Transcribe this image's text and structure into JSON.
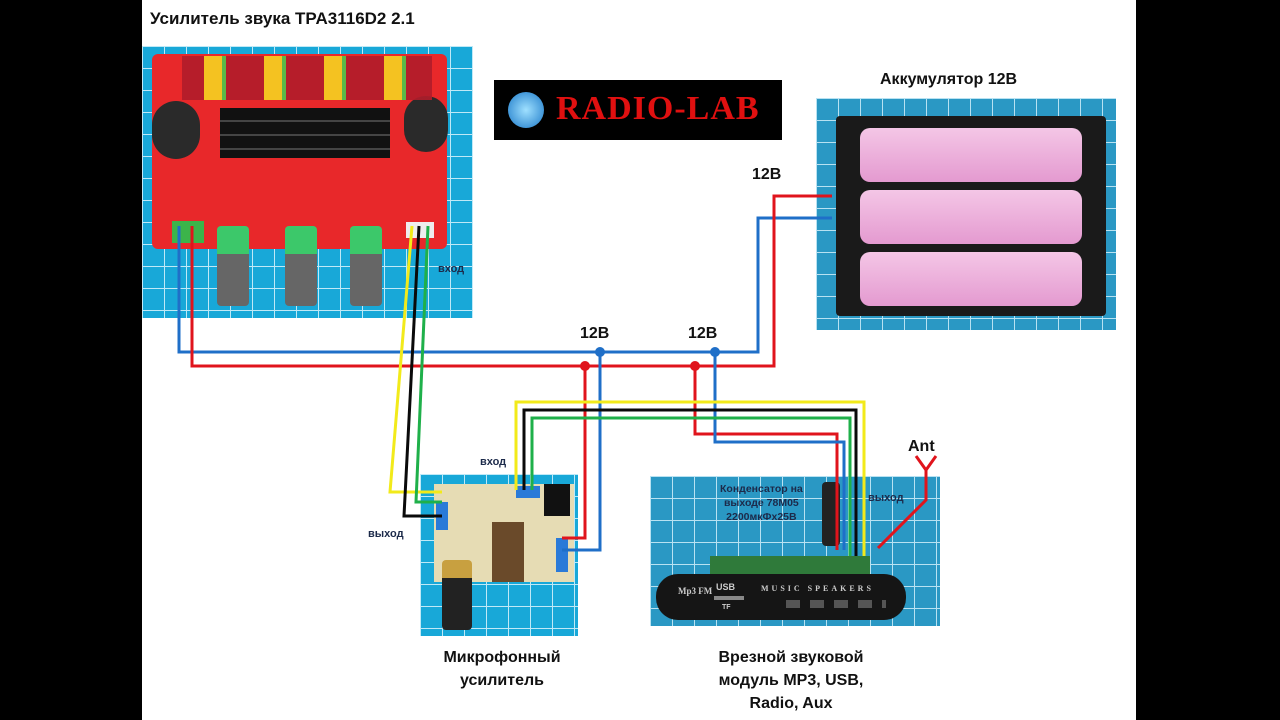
{
  "diagram": {
    "title_amplifier": "Усилитель звука TPA3116D2 2.1",
    "logo_text": "RADIO-LAB",
    "battery_title": "Аккумулятор 12В",
    "voltage_labels": [
      "12В",
      "12В",
      "12В"
    ],
    "amp_input_label": "вход",
    "mic_input_label": "вход",
    "mic_output_label": "выход",
    "mp3_output_label": "выход",
    "capacitor_note": [
      "Конденсатор на",
      "выходе 78М05",
      "2200мкФх25В"
    ],
    "antenna_label": "Ant",
    "mic_amp_title": [
      "Микрофонный",
      "усилитель"
    ],
    "mp3_module_title": [
      "Врезной звуковой",
      "модуль MP3, USB,",
      "Radio, Aux"
    ],
    "mp3_panel_text": {
      "brand": "Mp3 FM",
      "usb": "USB",
      "speakers": "MUSIC SPEAKERS",
      "tf": "TF"
    },
    "wire_colors": {
      "plus": "#e0141c",
      "minus": "#1f6fc8",
      "audio_l": "#f2ea1a",
      "audio_gnd": "#0a0a0a",
      "audio_r": "#1fb04a"
    }
  }
}
